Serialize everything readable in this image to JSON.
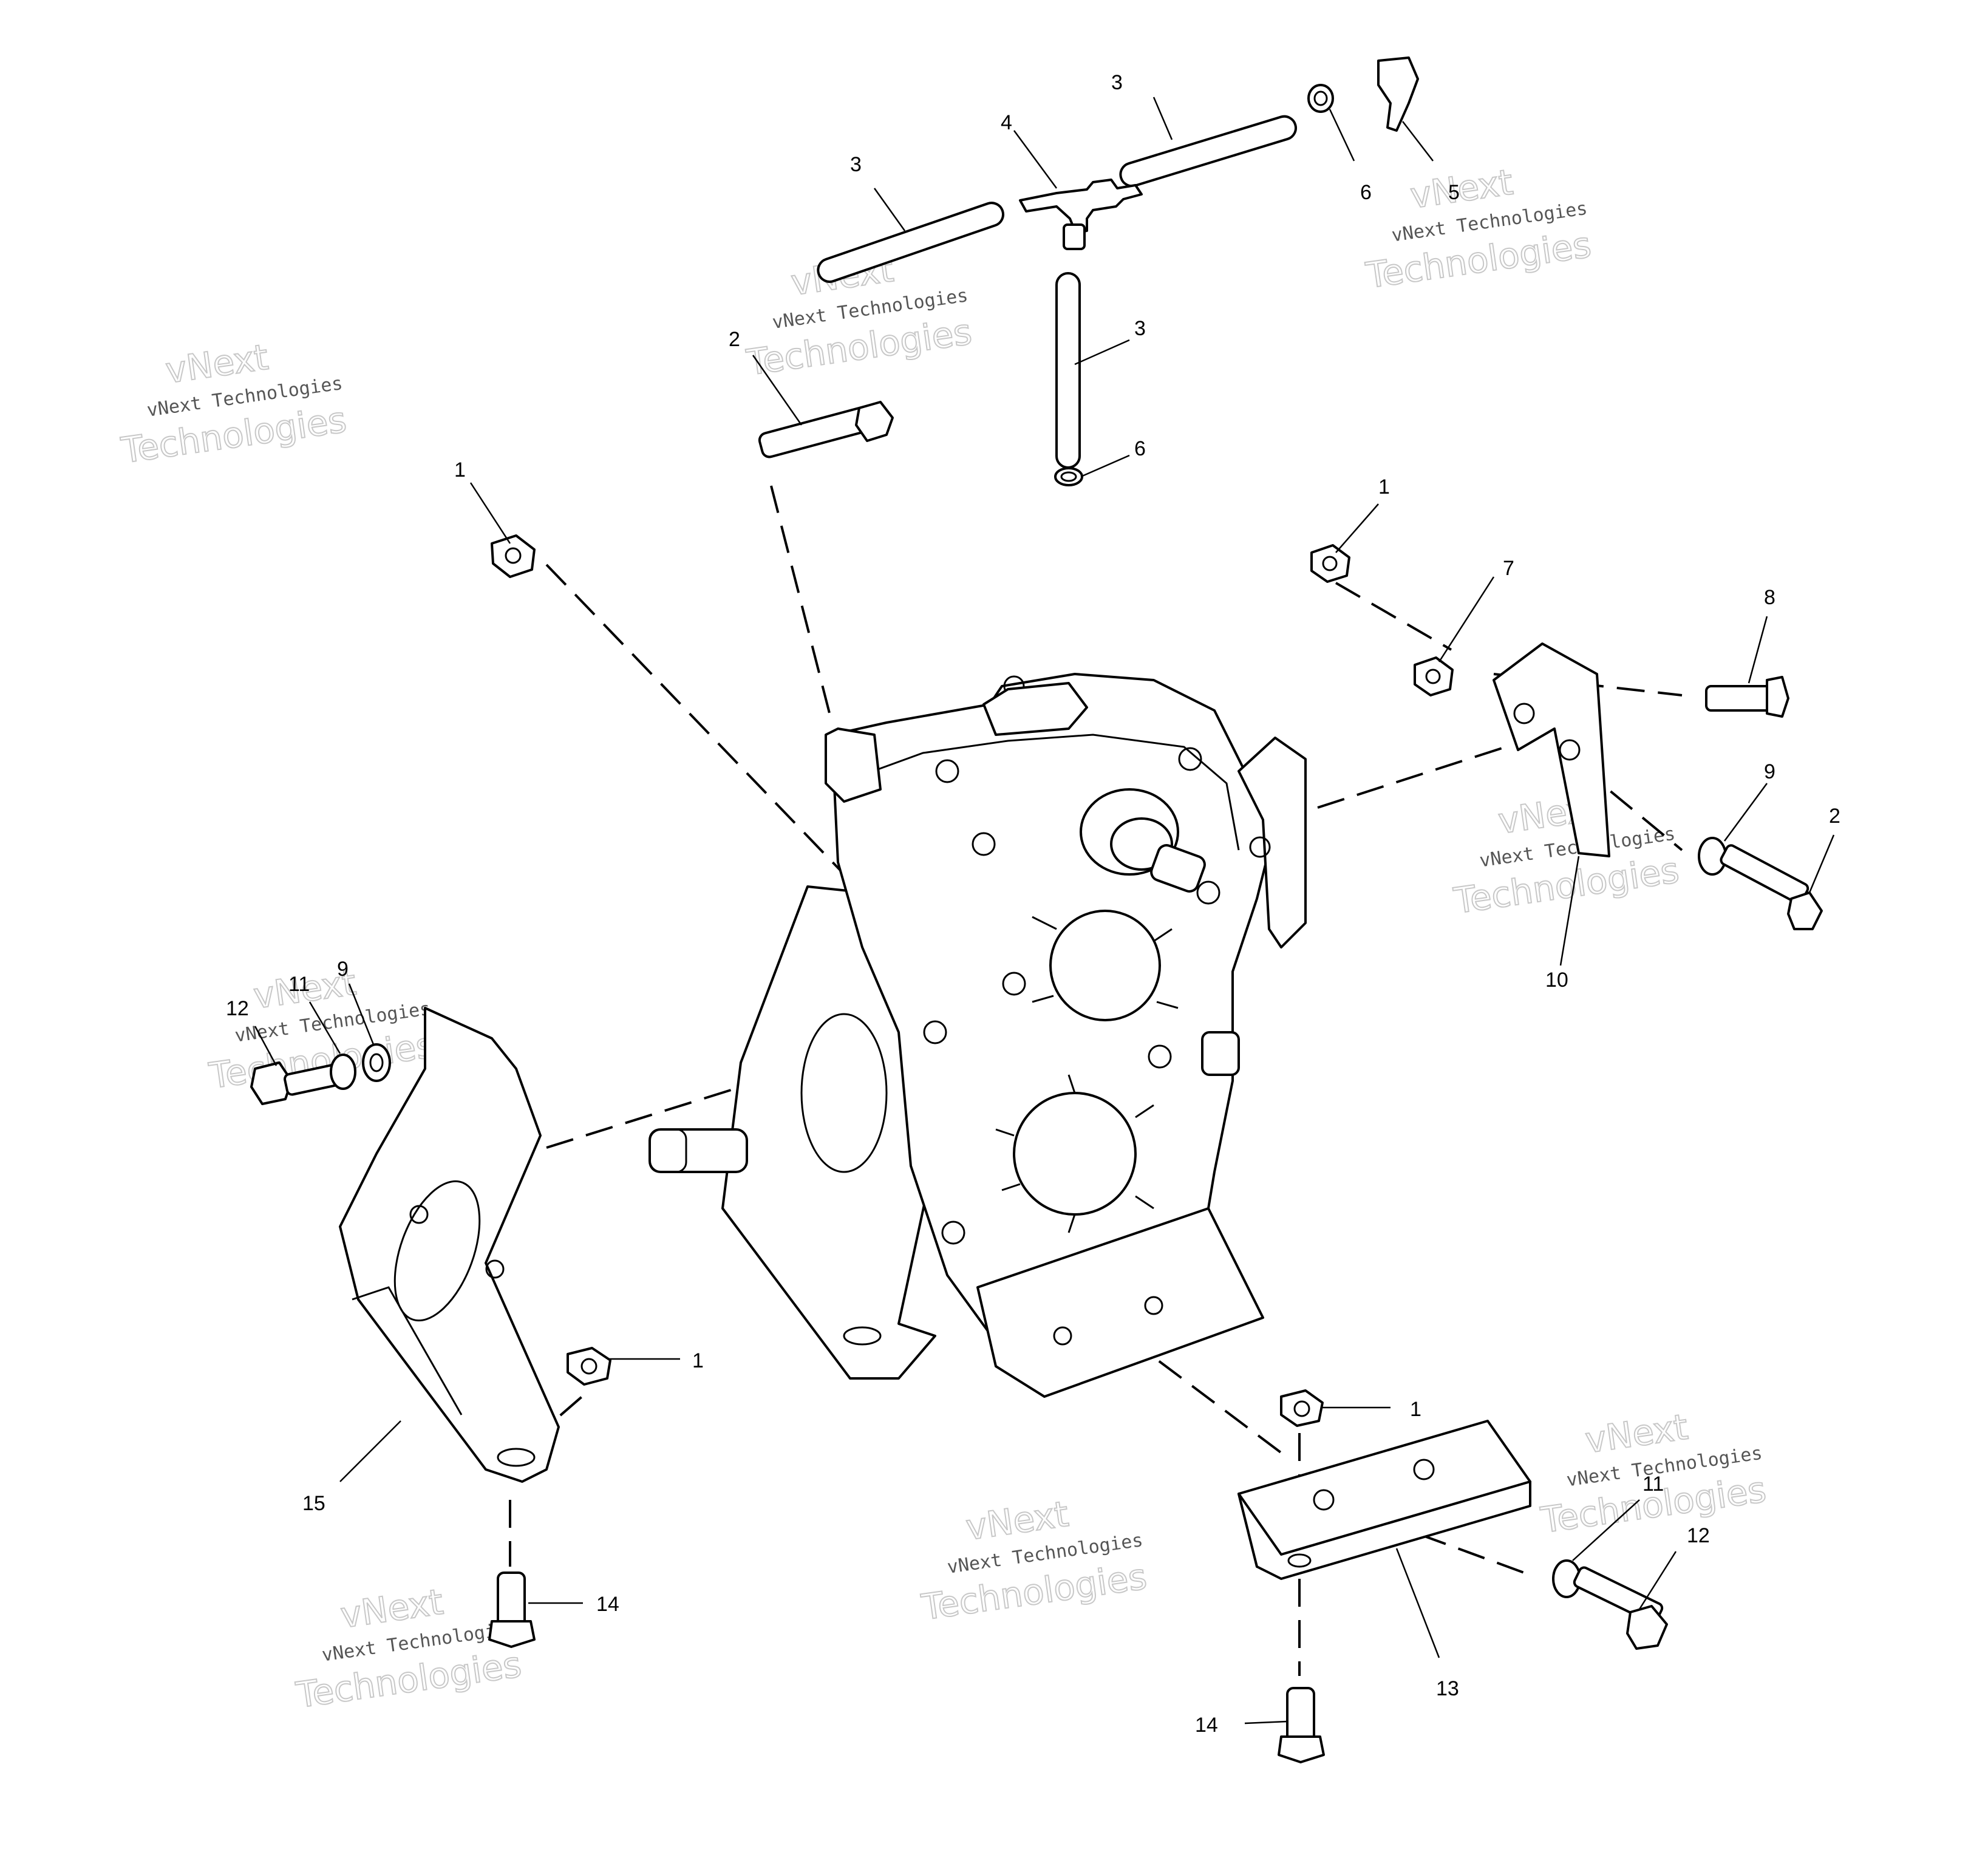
{
  "watermark": {
    "line1": "vNext",
    "line2": "vNext Technologies",
    "line3": "Technologies"
  },
  "callouts": [
    {
      "id": "c-3a",
      "text": "3"
    },
    {
      "id": "c-4",
      "text": "4"
    },
    {
      "id": "c-3b",
      "text": "3"
    },
    {
      "id": "c-6a",
      "text": "6"
    },
    {
      "id": "c-5",
      "text": "5"
    },
    {
      "id": "c-2a",
      "text": "2"
    },
    {
      "id": "c-3c",
      "text": "3"
    },
    {
      "id": "c-6b",
      "text": "6"
    },
    {
      "id": "c-1a",
      "text": "1"
    },
    {
      "id": "c-1b",
      "text": "1"
    },
    {
      "id": "c-7",
      "text": "7"
    },
    {
      "id": "c-8",
      "text": "8"
    },
    {
      "id": "c-9a",
      "text": "9"
    },
    {
      "id": "c-2b",
      "text": "2"
    },
    {
      "id": "c-10",
      "text": "10"
    },
    {
      "id": "c-12a",
      "text": "12"
    },
    {
      "id": "c-11a",
      "text": "11"
    },
    {
      "id": "c-9b",
      "text": "9"
    },
    {
      "id": "c-1c",
      "text": "1"
    },
    {
      "id": "c-15",
      "text": "15"
    },
    {
      "id": "c-14a",
      "text": "14"
    },
    {
      "id": "c-1d",
      "text": "1"
    },
    {
      "id": "c-11b",
      "text": "11"
    },
    {
      "id": "c-12b",
      "text": "12"
    },
    {
      "id": "c-13",
      "text": "13"
    },
    {
      "id": "c-14b",
      "text": "14"
    }
  ]
}
